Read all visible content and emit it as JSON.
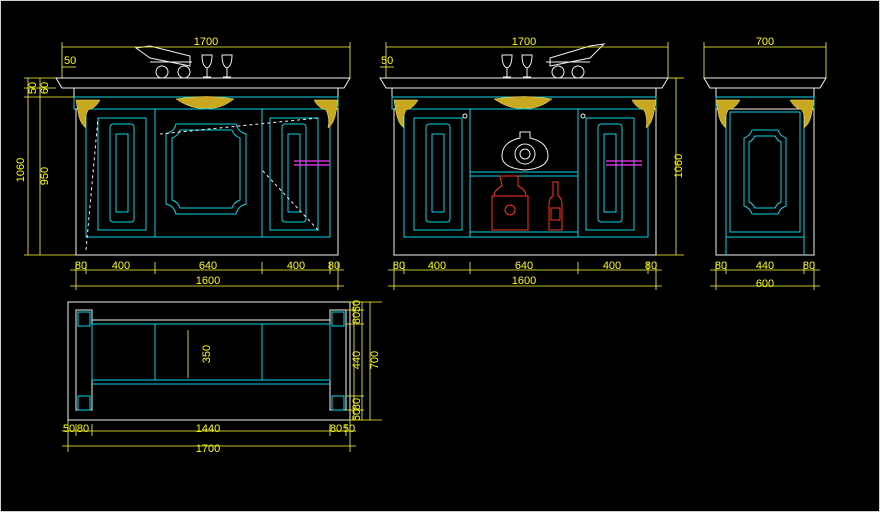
{
  "drawing": {
    "front_left": {
      "top_width": "1700",
      "overhang": "50",
      "h_top": "50",
      "h_band": "60",
      "h_total": "1060",
      "h_body": "950",
      "w_post_l": "80",
      "w_door_l": "400",
      "w_center": "640",
      "w_door_r": "400",
      "w_post_r": "80",
      "w_body": "1600"
    },
    "front_right": {
      "top_width": "1700",
      "overhang": "50",
      "h_total": "1060",
      "w_post_l": "80",
      "w_door_l": "400",
      "w_center": "640",
      "w_door_r": "400",
      "w_post_r": "80",
      "w_body": "1600"
    },
    "side": {
      "top_width": "700",
      "w_post_l": "80",
      "w_panel": "440",
      "w_post_r": "80",
      "w_body": "600"
    },
    "plan": {
      "inner_depth": "350",
      "d_a": "50",
      "d_b": "80",
      "d_mid": "440",
      "d_c": "80",
      "d_d": "50",
      "d_total": "700",
      "w_a": "50",
      "w_b": "80",
      "w_mid": "1440",
      "w_c": "80",
      "w_d": "50",
      "w_total": "1700"
    }
  },
  "colors": {
    "background": "#000000",
    "dimension": "#ffff00",
    "outline": "#f2f2f2",
    "detail": "#00d6e6",
    "ornament": "#c8a820",
    "accent_red": "#ff3322",
    "accent_magenta": "#ff33ff"
  },
  "icons": [
    "wine-bottle-icon",
    "wine-glass-icon",
    "decanter-icon",
    "liquor-box-icon",
    "carved-bracket-icon"
  ]
}
